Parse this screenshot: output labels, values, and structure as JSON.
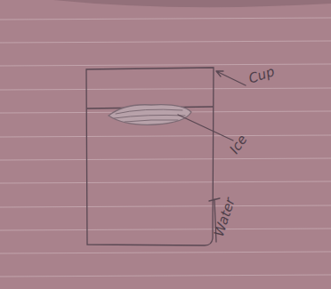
{
  "diagram": {
    "labels": [
      "Cup",
      "Ice",
      "Water"
    ]
  }
}
